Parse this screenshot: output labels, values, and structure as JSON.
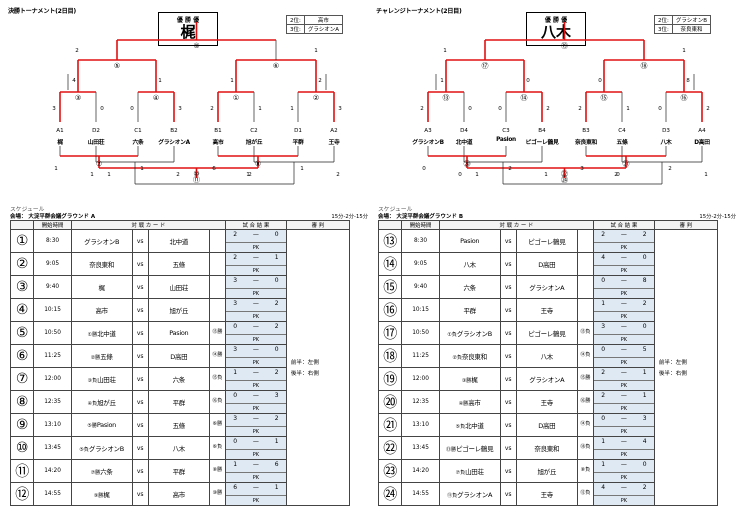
{
  "left": {
    "title": "決勝トーナメント(2日目)",
    "champion_label": "優 勝 優",
    "champion": "梶",
    "ranks": [
      {
        "place": "2位:",
        "team": "高市"
      },
      {
        "place": "3位:",
        "team": "グラシオンA"
      }
    ],
    "seeds": [
      "A1",
      "D2",
      "C1",
      "B2",
      "B1",
      "C2",
      "D1",
      "A2"
    ],
    "teams": [
      "梶",
      "山田荘",
      "六条",
      "グラシオンA",
      "高市",
      "旭が丘",
      "平群",
      "王寺"
    ],
    "top_nums": [
      "3",
      "0",
      "0",
      "3",
      "2",
      "1",
      "1",
      "3",
      "4",
      "1",
      "1",
      "2",
      "2",
      "1"
    ],
    "game_nums": [
      "⑨",
      "⑤",
      "⑥",
      "③",
      "④",
      "①",
      "②"
    ],
    "bot_nums": [
      "1",
      "1",
      "1",
      "2",
      "6",
      "1",
      "2",
      "2",
      "1",
      "1"
    ],
    "bot_games": [
      "⑦",
      "⑧",
      "⑩",
      "⑪"
    ],
    "venue": "会場： 大淀平群会議グラウンド A",
    "conditions": "15分-2分-15分",
    "headers": [
      "開始時間",
      "対 戦 カ ー ド",
      "試 合 結 果",
      "審 判"
    ],
    "schedule_label": "スケジュール",
    "referee": [
      "前半：左側",
      "後半：右側"
    ],
    "matches": [
      {
        "no": "①",
        "time": "8:30",
        "a": "グラシオンB",
        "b": "北中道",
        "wa": "",
        "wb": "",
        "s1": "2",
        "s2": "0",
        "pk": "PK"
      },
      {
        "no": "②",
        "time": "9:05",
        "a": "奈良東和",
        "b": "五條",
        "wa": "",
        "wb": "",
        "s1": "2",
        "s2": "1",
        "pk": "PK"
      },
      {
        "no": "③",
        "time": "9:40",
        "a": "梶",
        "b": "山田荘",
        "wa": "",
        "wb": "",
        "s1": "3",
        "s2": "0",
        "pk": "PK"
      },
      {
        "no": "④",
        "time": "10:15",
        "a": "高市",
        "b": "旭が丘",
        "wa": "",
        "wb": "",
        "s1": "3",
        "s2": "2",
        "pk": "PK"
      },
      {
        "no": "⑤",
        "time": "10:50",
        "a": "北中道",
        "b": "Pasion",
        "wa": "①勝",
        "wb": "⑬勝",
        "s1": "0",
        "s2": "2",
        "pk": "PK"
      },
      {
        "no": "⑥",
        "time": "11:25",
        "a": "五條",
        "b": "D高田",
        "wa": "②勝",
        "wb": "⑭勝",
        "s1": "3",
        "s2": "0",
        "pk": "PK"
      },
      {
        "no": "⑦",
        "time": "12:00",
        "a": "山田荘",
        "b": "六条",
        "wa": "③負",
        "wb": "⑮負",
        "s1": "1",
        "s2": "2",
        "pk": "PK"
      },
      {
        "no": "⑧",
        "time": "12:35",
        "a": "旭が丘",
        "b": "平群",
        "wa": "④負",
        "wb": "⑯負",
        "s1": "0",
        "s2": "3",
        "pk": "PK"
      },
      {
        "no": "⑨",
        "time": "13:10",
        "a": "Pasion",
        "b": "五條",
        "wa": "⑤勝",
        "wb": "⑥勝",
        "s1": "3",
        "s2": "2",
        "pk": "PK"
      },
      {
        "no": "⑩",
        "time": "13:45",
        "a": "グラシオンB",
        "b": "八木",
        "wa": "⑤負",
        "wb": "⑥負",
        "s1": "0",
        "s2": "1",
        "pk": "PK"
      },
      {
        "no": "⑪",
        "time": "14:20",
        "a": "六条",
        "b": "平群",
        "wa": "⑦勝",
        "wb": "⑧勝",
        "s1": "1",
        "s2": "6",
        "pk": "PK"
      },
      {
        "no": "⑫",
        "time": "14:55",
        "a": "梶",
        "b": "高市",
        "wa": "⑨勝",
        "wb": "⑩勝",
        "s1": "6",
        "s2": "1",
        "pk": "PK"
      }
    ]
  },
  "right": {
    "title": "チャレンジトーナメント(2日目)",
    "champion_label": "優 勝 優",
    "champion": "八木",
    "ranks": [
      {
        "place": "2位:",
        "team": "グラシオンB"
      },
      {
        "place": "3位:",
        "team": "奈良東和"
      }
    ],
    "seeds": [
      "A3",
      "D4",
      "C3",
      "B4",
      "B3",
      "C4",
      "D3",
      "A4"
    ],
    "teams": [
      "グラシオンB",
      "北中道",
      "Pasion",
      "ピゴーレ鶴見",
      "奈良東和",
      "五條",
      "八木",
      "D高田"
    ],
    "top_nums": [
      "2",
      "0",
      "0",
      "2",
      "2",
      "1",
      "0",
      "2",
      "1",
      "0",
      "0",
      "8",
      "1",
      "1"
    ],
    "game_nums": [
      "⑲",
      "⑰",
      "⑱",
      "⑬",
      "⑭",
      "⑮",
      "⑯"
    ],
    "bot_nums": [
      "0",
      "2",
      "0",
      "1",
      "3",
      "2",
      "0",
      "1",
      "1",
      "2"
    ],
    "bot_games": [
      "⑳",
      "㉑",
      "㉒",
      "㉔"
    ],
    "venue": "会場： 大淀平群会議グラウンド B",
    "conditions": "15分-2分-15分",
    "headers": [
      "開始時間",
      "対 戦 カ ー ド",
      "試 合 結 果",
      "審 判"
    ],
    "schedule_label": "スケジュール",
    "referee": [
      "前半：左側",
      "後半：右側"
    ],
    "matches": [
      {
        "no": "⑬",
        "time": "8:30",
        "a": "Pasion",
        "b": "ピゴーレ鶴見",
        "wa": "",
        "wb": "",
        "s1": "2",
        "s2": "2",
        "pk": "PK"
      },
      {
        "no": "⑭",
        "time": "9:05",
        "a": "八木",
        "b": "D高田",
        "wa": "",
        "wb": "",
        "s1": "4",
        "s2": "0",
        "pk": "PK"
      },
      {
        "no": "⑮",
        "time": "9:40",
        "a": "六条",
        "b": "グラシオンA",
        "wa": "",
        "wb": "",
        "s1": "0",
        "s2": "8",
        "pk": "PK"
      },
      {
        "no": "⑯",
        "time": "10:15",
        "a": "平群",
        "b": "王寺",
        "wa": "",
        "wb": "",
        "s1": "1",
        "s2": "2",
        "pk": "PK"
      },
      {
        "no": "⑰",
        "time": "10:50",
        "a": "グラシオンB",
        "b": "ピゴーレ鶴見",
        "wa": "①負",
        "wb": "⑬負",
        "s1": "3",
        "s2": "0",
        "pk": "PK"
      },
      {
        "no": "⑱",
        "time": "11:25",
        "a": "奈良東和",
        "b": "八木",
        "wa": "②負",
        "wb": "⑭負",
        "s1": "0",
        "s2": "5",
        "pk": "PK"
      },
      {
        "no": "⑲",
        "time": "12:00",
        "a": "梶",
        "b": "グラシオンA",
        "wa": "③勝",
        "wb": "⑮勝",
        "s1": "2",
        "s2": "1",
        "pk": "PK"
      },
      {
        "no": "⑳",
        "time": "12:35",
        "a": "高市",
        "b": "王寺",
        "wa": "④勝",
        "wb": "⑯勝",
        "s1": "2",
        "s2": "1",
        "pk": "PK"
      },
      {
        "no": "㉑",
        "time": "13:10",
        "a": "北中道",
        "b": "D高田",
        "wa": "⑤負",
        "wb": "⑭負",
        "s1": "0",
        "s2": "3",
        "pk": "PK"
      },
      {
        "no": "㉒",
        "time": "13:45",
        "a": "ピゴーレ鶴見",
        "b": "奈良東和",
        "wa": "⑬勝",
        "wb": "⑱負",
        "s1": "1",
        "s2": "4",
        "pk": "PK"
      },
      {
        "no": "㉓",
        "time": "14:20",
        "a": "山田荘",
        "b": "旭が丘",
        "wa": "⑦負",
        "wb": "⑧負",
        "s1": "1",
        "s2": "0",
        "pk": "PK"
      },
      {
        "no": "㉔",
        "time": "14:55",
        "a": "グラシオンA",
        "b": "王寺",
        "wa": "⑪負",
        "wb": "⑫負",
        "s1": "4",
        "s2": "2",
        "pk": "PK"
      }
    ]
  }
}
